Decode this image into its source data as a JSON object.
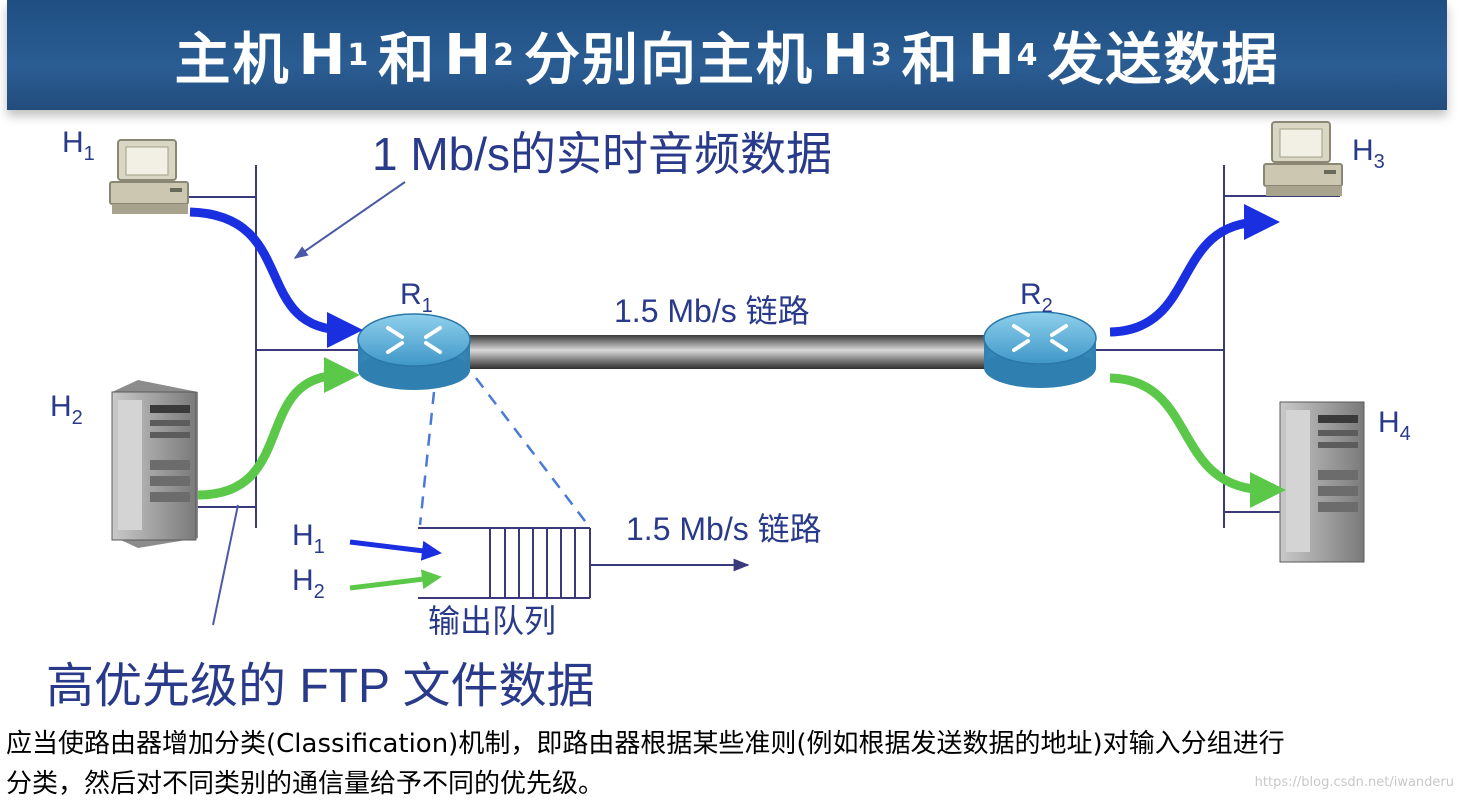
{
  "banner": {
    "part1": "主机",
    "h1": "H",
    "sub1": "1",
    "and1": "和",
    "h2": "H",
    "sub2": "2",
    "part2": "分别向主机",
    "h3": "H",
    "sub3": "3",
    "and2": "和",
    "h4": "H",
    "sub4": "4",
    "part3": "发送数据"
  },
  "hosts": {
    "h1": {
      "main": "H",
      "sub": "1"
    },
    "h2": {
      "main": "H",
      "sub": "2"
    },
    "h3": {
      "main": "H",
      "sub": "3"
    },
    "h4": {
      "main": "H",
      "sub": "4"
    }
  },
  "routers": {
    "r1": {
      "main": "R",
      "sub": "1"
    },
    "r2": {
      "main": "R",
      "sub": "2"
    }
  },
  "labels": {
    "realtime_audio": "1 Mb/s的实时音频数据",
    "link_top": "1.5 Mb/s 链路",
    "link_queue": "1.5 Mb/s 链路",
    "output_queue": "输出队列",
    "ftp": "高优先级的 FTP 文件数据",
    "queue_h1": {
      "main": "H",
      "sub": "1"
    },
    "queue_h2": {
      "main": "H",
      "sub": "2"
    }
  },
  "colors": {
    "audio_flow": "#1a2fe0",
    "ftp_flow": "#5cc84a",
    "label_text": "#2a3a8a",
    "line": "#3a3a7a"
  },
  "caption": {
    "line1": "应当使路由器增加分类(Classification)机制，即路由器根据某些准则(例如根据发送数据的地址)对输入分组进行",
    "line2": "分类，然后对不同类别的通信量给予不同的优先级。"
  },
  "watermark": "https://blog.csdn.net/iwanderu"
}
